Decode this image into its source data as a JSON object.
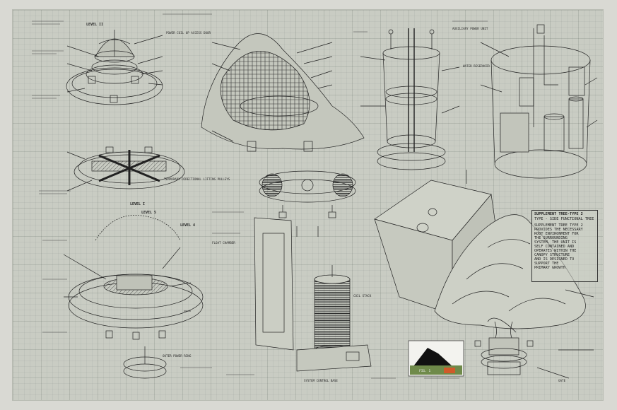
{
  "sheet": {
    "background": "#c9ccc3",
    "ink": "#1e1e1e"
  },
  "labels": {
    "level_ii": "LEVEL II",
    "level_i": "LEVEL I",
    "level_5": "LEVEL 5",
    "level_4": "LEVEL 4",
    "plate_power": "POWER COIL UP ACCESS DOOR",
    "plate_mid": "TEMPORARY DIRECTIONAL LIFTING PULLEYS",
    "plate_aux": "AUXILIARY POWER UNIT",
    "plate_water": "WATER RESERVOIR",
    "plate_coil": "COIL STACK",
    "plate_base": "SYSTEM CONTROL BASE",
    "lower_left": "OUTER POWER RING",
    "center_note": "FLOAT CHAMBER",
    "gate": "GATE"
  },
  "spec_box": {
    "title": "SUPPLEMENT TREE-TYPE 2",
    "subtitle": "TYPE - SIDE FUNCTIONAL TREE",
    "body": "SUPPLEMENT TREE TYPE 2\nPROVIDES THE NECESSARY\nROOT ENVIRONMENT FOR\nTHE SURROUNDING\nSYSTEM. THE UNIT IS\nSELF CONTAINED AND\nOPERATES WITHIN THE\nCANOPY STRUCTURE\nAND IS DESIGNED TO\nSUPPORT THE\nPRIMARY GROWTH"
  },
  "photo": {
    "caption": "FIG. 1"
  },
  "icons": {
    "photo": "mountain-photo-icon"
  }
}
